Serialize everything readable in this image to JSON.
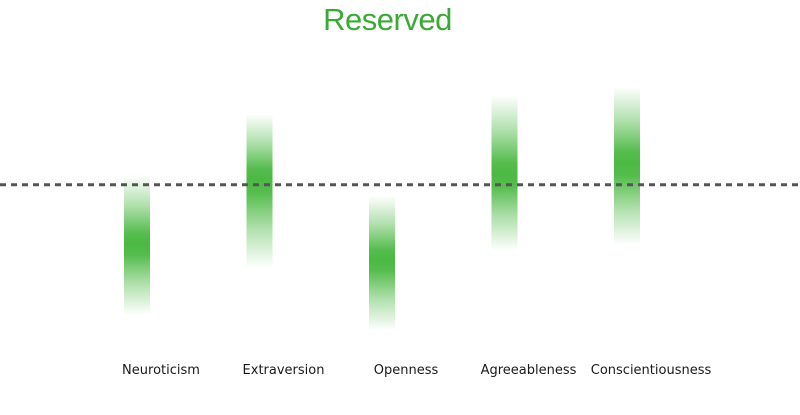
{
  "chart_data": {
    "type": "bar",
    "title": "Reserved",
    "xlabel": "",
    "ylabel": "",
    "categories": [
      "Neuroticism",
      "Extraversion",
      "Openness",
      "Agreeableness",
      "Conscientiousness"
    ],
    "ranges": [
      {
        "low": -1.53,
        "high": 0.12,
        "center": -0.7
      },
      {
        "low": -0.98,
        "high": 0.83,
        "center": 0.07
      },
      {
        "low": -1.71,
        "high": -0.13,
        "center": -0.88
      },
      {
        "low": -0.78,
        "high": 1.05,
        "center": 0.12
      },
      {
        "low": -0.71,
        "high": 1.15,
        "center": 0.25
      }
    ],
    "reference_line": 0,
    "ylim": [
      -2,
      1.7
    ],
    "grid": false,
    "legend": "none"
  },
  "colors": {
    "title": "#3aaa35",
    "bar": "#4cb944",
    "reference_line": "#555555",
    "label": "#1a1a1a"
  }
}
